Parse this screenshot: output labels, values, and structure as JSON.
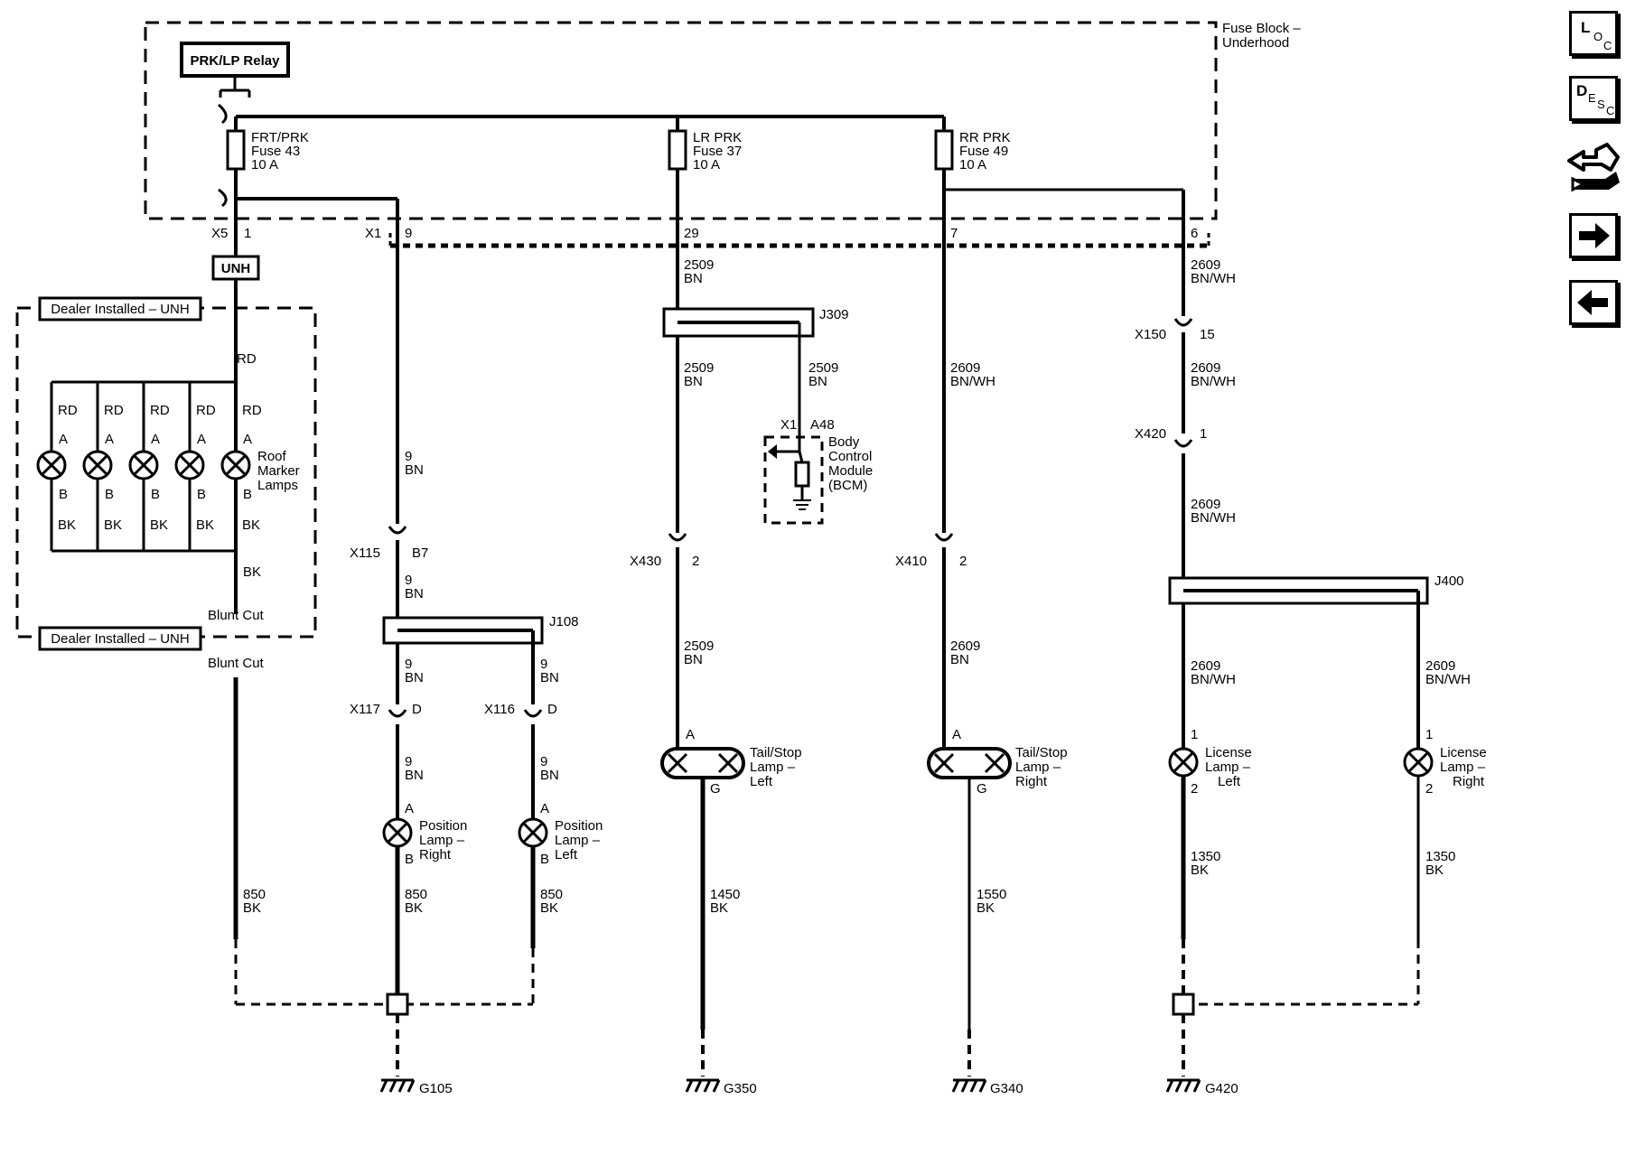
{
  "fuse_block": {
    "label1": "Fuse Block –",
    "label2": "Underhood"
  },
  "relay": {
    "label": "PRK/LP Relay"
  },
  "fuses": [
    {
      "name": "FRT/PRK",
      "fuse": "Fuse 43",
      "rating": "10 A"
    },
    {
      "name": "LR PRK",
      "fuse": "Fuse 37",
      "rating": "10 A"
    },
    {
      "name": "RR PRK",
      "fuse": "Fuse 49",
      "rating": "10 A"
    }
  ],
  "connectors": {
    "x5": "X5",
    "x5_pin": "1",
    "x1": "X1",
    "x1_pin_9": "9",
    "x1_pin_29": "29",
    "x1_pin_7": "7",
    "x1_pin_6": "6",
    "x150": "X150",
    "x150_pin": "15",
    "x420": "X420",
    "x420_pin": "1",
    "x115": "X115",
    "x115_pin": "B7",
    "x117": "X117",
    "x117_pin": "D",
    "x116": "X116",
    "x116_pin": "D",
    "x430": "X430",
    "x430_pin": "2",
    "x410": "X410",
    "x410_pin": "2",
    "bcm_x1": "X1",
    "bcm_pin": "A48"
  },
  "unh_label": "UNH",
  "dealer_box": {
    "label": "Dealer Installed – UNH",
    "blunt_cut": "Blunt Cut"
  },
  "roof_lamps": {
    "pin_a": "A",
    "pin_b": "B",
    "rd": "RD",
    "bk": "BK",
    "label1": "Roof",
    "label2": "Marker",
    "label3": "Lamps"
  },
  "splices": {
    "j309": "J309",
    "j108": "J108",
    "j400": "J400"
  },
  "wires": {
    "rd": "RD",
    "bk": "BK",
    "c9": "9",
    "bn": "BN",
    "c2509": "2509",
    "c2609": "2609",
    "bnwh": "BN/WH",
    "c850": "850",
    "c1450": "1450",
    "c1550": "1550",
    "c1350": "1350"
  },
  "bcm": {
    "l1": "Body",
    "l2": "Control",
    "l3": "Module",
    "l4": "(BCM)"
  },
  "lamps": {
    "pos_right": {
      "l1": "Position",
      "l2": "Lamp –",
      "l3": "Right",
      "a": "A",
      "b": "B"
    },
    "pos_left": {
      "l1": "Position",
      "l2": "Lamp –",
      "l3": "Left",
      "a": "A",
      "b": "B"
    },
    "tail_left": {
      "l1": "Tail/Stop",
      "l2": "Lamp –",
      "l3": "Left",
      "a": "A",
      "g": "G"
    },
    "tail_right": {
      "l1": "Tail/Stop",
      "l2": "Lamp –",
      "l3": "Right",
      "a": "A",
      "g": "G"
    },
    "lic_left": {
      "l1": "License",
      "l2": "Lamp –",
      "l3": "Left",
      "p1": "1",
      "p2": "2"
    },
    "lic_right": {
      "l1": "License",
      "l2": "Lamp –",
      "l3": "Right",
      "p1": "1",
      "p2": "2"
    }
  },
  "grounds": {
    "g105": "G105",
    "g350": "G350",
    "g340": "G340",
    "g420": "G420"
  },
  "nav": {
    "loc": {
      "l": "L",
      "o": "O",
      "c": "C"
    },
    "desc": {
      "d": "D",
      "e": "E",
      "s": "S",
      "c": "C"
    },
    "next_icon": "arrow-right-icon",
    "prev_icon": "arrow-left-icon"
  }
}
